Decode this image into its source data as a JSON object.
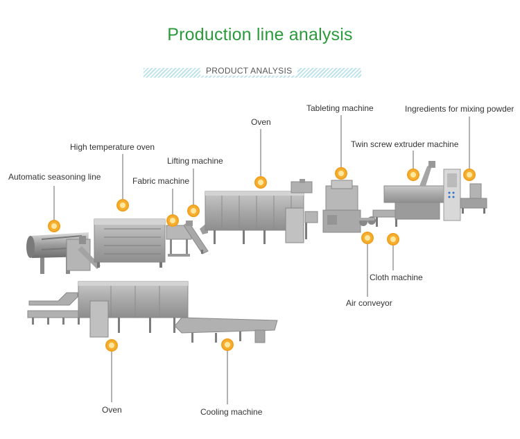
{
  "header": {
    "title": "Production line analysis",
    "subtitle": "PRODUCT ANALYSIS"
  },
  "labels": {
    "automatic_seasoning_line": "Automatic seasoning line",
    "high_temperature_oven": "High temperature oven",
    "fabric_machine": "Fabric machine",
    "lifting_machine": "Lifting machine",
    "oven_top": "Oven",
    "tableting_machine": "Tableting machine",
    "twin_screw_extruder": "Twin screw extruder machine",
    "ingredients_mixing_powder": "Ingredients for mixing powder",
    "air_conveyor": "Air conveyor",
    "cloth_machine": "Cloth machine",
    "oven_bottom": "Oven",
    "cooling_machine": "Cooling machine"
  },
  "colors": {
    "title_green": "#2a9a3a",
    "marker_orange": "#f0a020",
    "machine_gray": "#a7a7a7",
    "stripe_blue": "#bfe3ec"
  }
}
